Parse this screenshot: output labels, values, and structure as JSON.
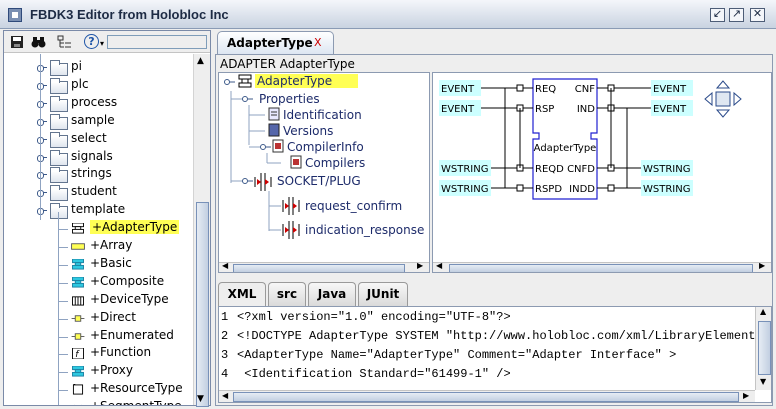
{
  "window": {
    "title": "FBDK3 Editor from Holobloc Inc",
    "controls": [
      "minimize",
      "maximize",
      "close"
    ]
  },
  "library": {
    "toolbar": {
      "buttons": [
        "save-icon",
        "binoculars-icon",
        "tree-view-icon",
        "help-icon"
      ],
      "search_value": ""
    },
    "folders": [
      "pi",
      "plc",
      "process",
      "sample",
      "select",
      "signals",
      "strings",
      "student",
      "template"
    ],
    "template_items": [
      {
        "label": "+AdapterType",
        "icon": "adapter-icon",
        "selected": true
      },
      {
        "label": "+Array",
        "icon": "array-icon"
      },
      {
        "label": "+Basic",
        "icon": "basic-fb-icon"
      },
      {
        "label": "+Composite",
        "icon": "composite-fb-icon"
      },
      {
        "label": "+DeviceType",
        "icon": "device-icon"
      },
      {
        "label": "+Direct",
        "icon": "direct-icon"
      },
      {
        "label": "+Enumerated",
        "icon": "enumerated-icon"
      },
      {
        "label": "+Function",
        "icon": "function-icon"
      },
      {
        "label": "+Proxy",
        "icon": "proxy-icon"
      },
      {
        "label": "+ResourceType",
        "icon": "resource-icon"
      },
      {
        "label": "+SegmentType",
        "icon": "segment-icon"
      }
    ]
  },
  "editor": {
    "tab": {
      "label": "AdapterType",
      "close": "X"
    },
    "header": "ADAPTER AdapterType",
    "type_tree": {
      "root": "AdapterType",
      "properties": "Properties",
      "identification": "Identification",
      "versions": "Versions",
      "compiler_info": "CompilerInfo",
      "compilers": "Compilers",
      "socket_plug": "SOCKET/PLUG",
      "request_confirm": "request_confirm",
      "indication_response": "indication_response"
    },
    "diagram": {
      "block_name": "AdapterType",
      "left_event_ports": [
        "REQ",
        "RSP"
      ],
      "right_event_ports": [
        "CNF",
        "IND"
      ],
      "left_data_ports": [
        "REQD",
        "RSPD"
      ],
      "right_data_ports": [
        "CNFD",
        "INDD"
      ],
      "left_event_types": [
        "EVENT",
        "EVENT"
      ],
      "right_event_types": [
        "EVENT",
        "EVENT"
      ],
      "left_data_types": [
        "WSTRING",
        "WSTRING"
      ],
      "right_data_types": [
        "WSTRING",
        "WSTRING"
      ],
      "colors": {
        "type_box": "#ccffff",
        "block_border": "#2020d0"
      }
    },
    "source_tabs": [
      "XML",
      "src",
      "Java",
      "JUnit"
    ],
    "active_source_tab": "XML",
    "code_lines": [
      {
        "no": "1",
        "text": "<?xml version=\"1.0\" encoding=\"UTF-8\"?>"
      },
      {
        "no": "2",
        "text": "<!DOCTYPE AdapterType SYSTEM \"http://www.holobloc.com/xml/LibraryElement."
      },
      {
        "no": "3",
        "text": "<AdapterType Name=\"AdapterType\" Comment=\"Adapter Interface\" >"
      },
      {
        "no": "4",
        "text": "  <Identification Standard=\"61499-1\" />"
      }
    ]
  }
}
